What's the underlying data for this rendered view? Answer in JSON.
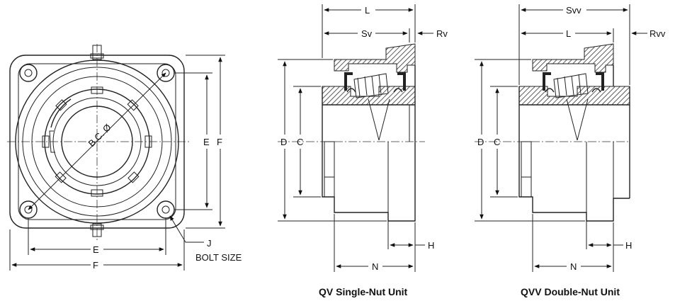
{
  "front_view": {
    "bc_label": "B.C. Ø",
    "e_vertical": "E",
    "f_vertical": "F",
    "e_horizontal": "E",
    "f_horizontal": "F",
    "j_label": "J",
    "bolt_size_label": "BOLT SIZE"
  },
  "qv_view": {
    "caption": "QV Single-Nut Unit",
    "l_label": "L",
    "sv_label": "Sv",
    "rv_label": "Rv",
    "d_label": "D",
    "c_label": "C",
    "h_label": "H",
    "n_label": "N"
  },
  "qvv_view": {
    "caption": "QVV Double-Nut Unit",
    "svv_label": "Svv",
    "l_label": "L",
    "rvv_label": "Rvv",
    "d_label": "D",
    "c_label": "C",
    "h_label": "H",
    "n_label": "N"
  }
}
